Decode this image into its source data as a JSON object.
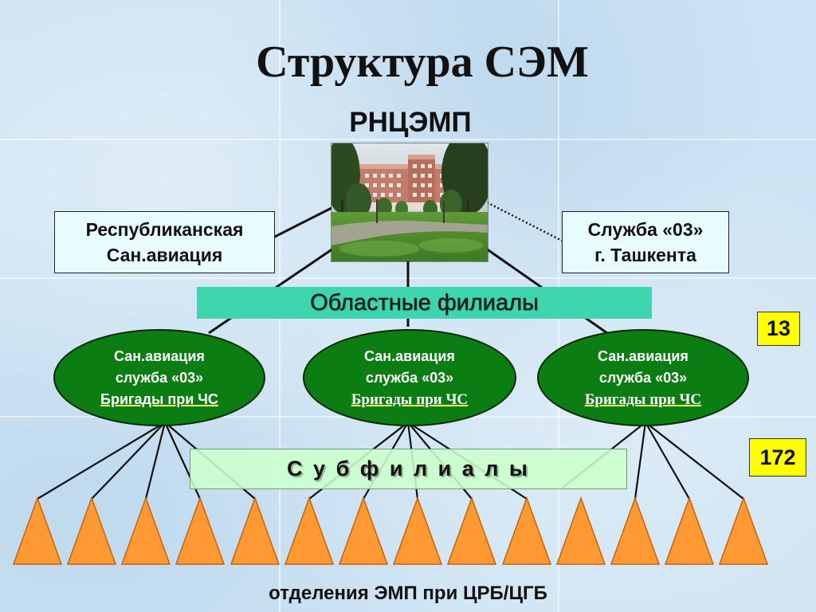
{
  "title": "Структура СЭМ",
  "center": {
    "label": "РНЦЭМП",
    "photo_icon": "building-photo"
  },
  "left_box": {
    "lines": [
      "Республиканская",
      "Сан.авиация"
    ]
  },
  "right_box": {
    "lines": [
      "Служба «03»",
      "г. Ташкента"
    ]
  },
  "regional": {
    "label": "Областные филиалы",
    "count": "13"
  },
  "ovals": [
    {
      "lines": [
        "Сан.авиация",
        "служба «03»",
        "Бригады при ЧС"
      ]
    },
    {
      "lines": [
        "Сан.авиация",
        "служба «03»",
        "Бригады при ЧС"
      ]
    },
    {
      "lines": [
        "Сан.авиация",
        "служба «03»",
        "Бригады при ЧС"
      ]
    }
  ],
  "sub": {
    "label": "С у б ф и л и а л ы",
    "count": "172"
  },
  "footer": "отделения ЭМП при ЦРБ/ЦГБ",
  "colors": {
    "background": "#cde3f3",
    "box_fill": "#e8fbff",
    "regional_bar": "#3dd6ae",
    "oval_fill": "#0b7d12",
    "sub_bar": "rgba(204,255,204,0.88)",
    "count_box": "#ffff00",
    "triangle_fill": "#ff9933",
    "triangle_stroke": "#c8620a"
  }
}
